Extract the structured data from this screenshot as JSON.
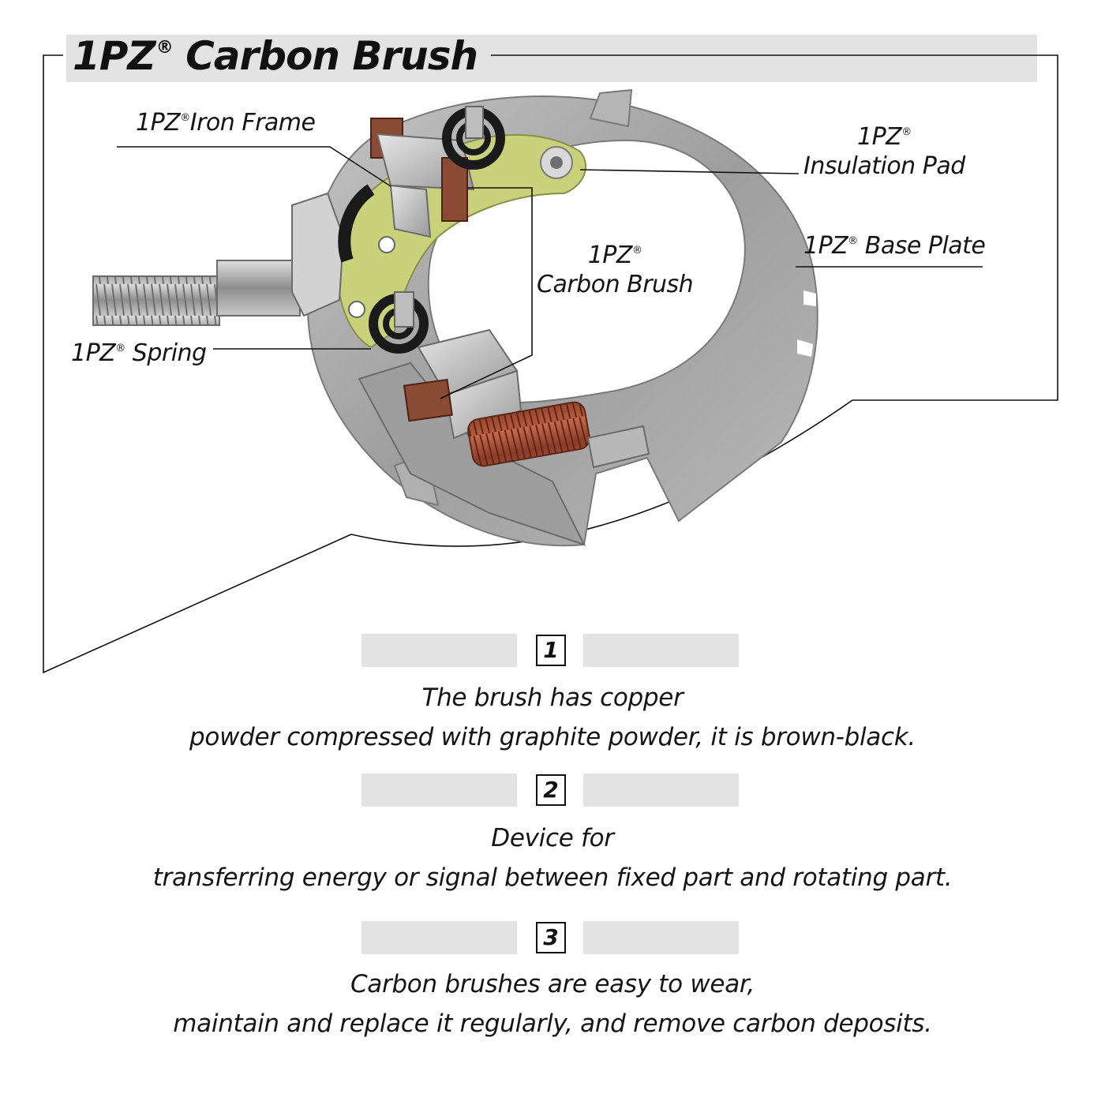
{
  "title": {
    "brand": "1PZ",
    "reg": "®",
    "rest": " Carbon Brush"
  },
  "labels": {
    "iron_frame": {
      "brand": "1PZ",
      "reg": "®",
      "text": "Iron Frame"
    },
    "insulation_pad": {
      "line1_brand": "1PZ",
      "reg": "®",
      "line2": "Insulation Pad"
    },
    "base_plate": {
      "brand": "1PZ",
      "reg": "®",
      "text": " Base Plate"
    },
    "carbon_brush": {
      "line1_brand": "1PZ",
      "reg": "®",
      "line2": "Carbon Brush"
    },
    "spring": {
      "brand": "1PZ",
      "reg": "®",
      "text": " Spring"
    }
  },
  "features": [
    {
      "number": "1",
      "line1": "The brush has copper",
      "line2": "powder compressed with graphite powder, it is brown-black."
    },
    {
      "number": "2",
      "line1": "Device for",
      "line2": "transferring energy or signal between fixed part and rotating part."
    },
    {
      "number": "3",
      "line1": "Carbon brushes are easy to wear,",
      "line2": "maintain and replace it regularly, and remove carbon deposits."
    }
  ],
  "colors": {
    "band": "#e3e3e3",
    "plate": "#a9a9a9",
    "insulation": "#c9d27a",
    "brush": "#8a4a33",
    "coil": "#9b4b34"
  }
}
